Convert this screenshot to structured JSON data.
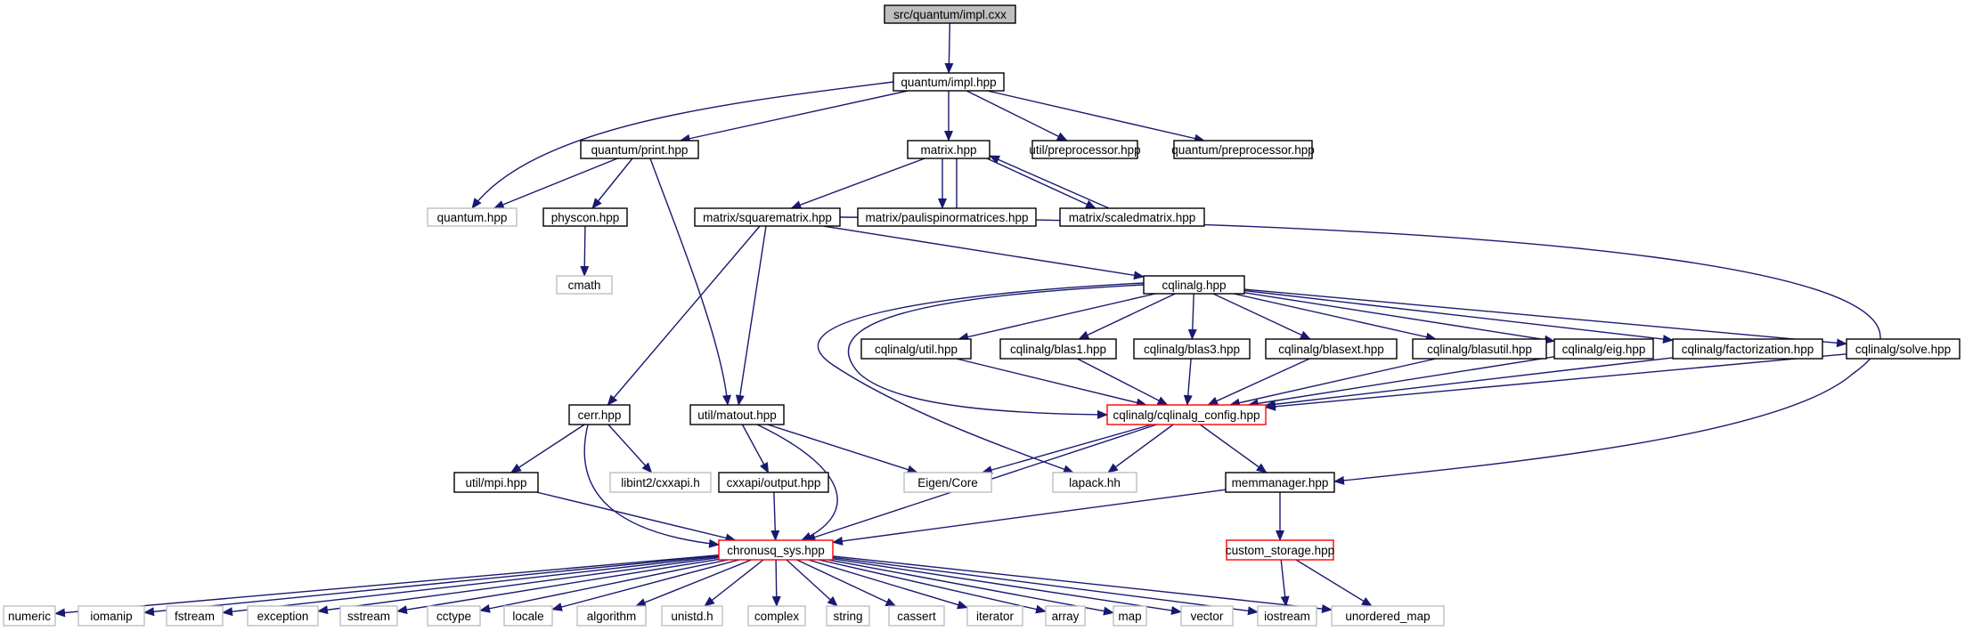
{
  "diagram": {
    "colors": {
      "edge": "#191970",
      "border_default": "#000000",
      "border_external": "#bfbfbf",
      "border_truncated": "#ff0000",
      "fill_root": "#bfbfbf",
      "fill_default": "#ffffff"
    },
    "nodes": [
      {
        "id": "impl_cxx",
        "label": "src/quantum/impl.cxx",
        "kind": "root"
      },
      {
        "id": "impl_hpp",
        "label": "quantum/impl.hpp",
        "kind": "default"
      },
      {
        "id": "print_hpp",
        "label": "quantum/print.hpp",
        "kind": "default"
      },
      {
        "id": "matrix_hpp",
        "label": "matrix.hpp",
        "kind": "default"
      },
      {
        "id": "util_pre",
        "label": "util/preprocessor.hpp",
        "kind": "default"
      },
      {
        "id": "quantum_pre",
        "label": "quantum/preprocessor.hpp",
        "kind": "default"
      },
      {
        "id": "quantum_hpp",
        "label": "quantum.hpp",
        "kind": "external"
      },
      {
        "id": "physcon",
        "label": "physcon.hpp",
        "kind": "default"
      },
      {
        "id": "cmath",
        "label": "cmath",
        "kind": "external"
      },
      {
        "id": "pauli",
        "label": "matrix/paulispinormatrices.hpp",
        "kind": "default"
      },
      {
        "id": "scaled",
        "label": "matrix/scaledmatrix.hpp",
        "kind": "default"
      },
      {
        "id": "square",
        "label": "matrix/squarematrix.hpp",
        "kind": "default"
      },
      {
        "id": "cqlinalg",
        "label": "cqlinalg.hpp",
        "kind": "default"
      },
      {
        "id": "cq_util",
        "label": "cqlinalg/util.hpp",
        "kind": "default"
      },
      {
        "id": "cq_blas1",
        "label": "cqlinalg/blas1.hpp",
        "kind": "default"
      },
      {
        "id": "cq_blas3",
        "label": "cqlinalg/blas3.hpp",
        "kind": "default"
      },
      {
        "id": "cq_blasext",
        "label": "cqlinalg/blasext.hpp",
        "kind": "default"
      },
      {
        "id": "cq_blasutil",
        "label": "cqlinalg/blasutil.hpp",
        "kind": "default"
      },
      {
        "id": "cq_eig",
        "label": "cqlinalg/eig.hpp",
        "kind": "default"
      },
      {
        "id": "cq_fact",
        "label": "cqlinalg/factorization.hpp",
        "kind": "default"
      },
      {
        "id": "cq_solve",
        "label": "cqlinalg/solve.hpp",
        "kind": "default"
      },
      {
        "id": "cq_config",
        "label": "cqlinalg/cqlinalg_config.hpp",
        "kind": "truncated"
      },
      {
        "id": "cerr",
        "label": "cerr.hpp",
        "kind": "default"
      },
      {
        "id": "matout",
        "label": "util/matout.hpp",
        "kind": "default"
      },
      {
        "id": "mpi",
        "label": "util/mpi.hpp",
        "kind": "default"
      },
      {
        "id": "libint",
        "label": "libint2/cxxapi.h",
        "kind": "external"
      },
      {
        "id": "cxxoutput",
        "label": "cxxapi/output.hpp",
        "kind": "default"
      },
      {
        "id": "eigen",
        "label": "Eigen/Core",
        "kind": "external"
      },
      {
        "id": "lapack",
        "label": "lapack.hh",
        "kind": "external"
      },
      {
        "id": "memman",
        "label": "memmanager.hpp",
        "kind": "default"
      },
      {
        "id": "chronusq",
        "label": "chronusq_sys.hpp",
        "kind": "truncated"
      },
      {
        "id": "custom",
        "label": "custom_storage.hpp",
        "kind": "truncated"
      },
      {
        "id": "numeric",
        "label": "numeric",
        "kind": "external"
      },
      {
        "id": "iomanip",
        "label": "iomanip",
        "kind": "external"
      },
      {
        "id": "fstream",
        "label": "fstream",
        "kind": "external"
      },
      {
        "id": "exception",
        "label": "exception",
        "kind": "external"
      },
      {
        "id": "sstream",
        "label": "sstream",
        "kind": "external"
      },
      {
        "id": "cctype",
        "label": "cctype",
        "kind": "external"
      },
      {
        "id": "locale",
        "label": "locale",
        "kind": "external"
      },
      {
        "id": "algorithm",
        "label": "algorithm",
        "kind": "external"
      },
      {
        "id": "unistd",
        "label": "unistd.h",
        "kind": "external"
      },
      {
        "id": "complex",
        "label": "complex",
        "kind": "external"
      },
      {
        "id": "string",
        "label": "string",
        "kind": "external"
      },
      {
        "id": "cassert",
        "label": "cassert",
        "kind": "external"
      },
      {
        "id": "iterator",
        "label": "iterator",
        "kind": "external"
      },
      {
        "id": "array",
        "label": "array",
        "kind": "external"
      },
      {
        "id": "map",
        "label": "map",
        "kind": "external"
      },
      {
        "id": "vector",
        "label": "vector",
        "kind": "external"
      },
      {
        "id": "iostream",
        "label": "iostream",
        "kind": "external"
      },
      {
        "id": "unordered_map",
        "label": "unordered_map",
        "kind": "external"
      }
    ],
    "edges": [
      [
        "impl_cxx",
        "impl_hpp"
      ],
      [
        "impl_hpp",
        "quantum_hpp"
      ],
      [
        "impl_hpp",
        "print_hpp"
      ],
      [
        "impl_hpp",
        "matrix_hpp"
      ],
      [
        "impl_hpp",
        "util_pre"
      ],
      [
        "impl_hpp",
        "quantum_pre"
      ],
      [
        "print_hpp",
        "quantum_hpp"
      ],
      [
        "print_hpp",
        "physcon"
      ],
      [
        "print_hpp",
        "matout"
      ],
      [
        "physcon",
        "cmath"
      ],
      [
        "matrix_hpp",
        "square"
      ],
      [
        "matrix_hpp",
        "pauli"
      ],
      [
        "pauli",
        "matrix_hpp"
      ],
      [
        "matrix_hpp",
        "scaled"
      ],
      [
        "scaled",
        "matrix_hpp"
      ],
      [
        "square",
        "cerr"
      ],
      [
        "square",
        "matout"
      ],
      [
        "square",
        "cqlinalg"
      ],
      [
        "square",
        "memman"
      ],
      [
        "cqlinalg",
        "cq_util"
      ],
      [
        "cqlinalg",
        "cq_blas1"
      ],
      [
        "cqlinalg",
        "cq_blas3"
      ],
      [
        "cqlinalg",
        "cq_blasext"
      ],
      [
        "cqlinalg",
        "cq_blasutil"
      ],
      [
        "cqlinalg",
        "cq_eig"
      ],
      [
        "cqlinalg",
        "cq_fact"
      ],
      [
        "cqlinalg",
        "cq_solve"
      ],
      [
        "cqlinalg",
        "cq_config"
      ],
      [
        "cqlinalg",
        "lapack"
      ],
      [
        "cq_util",
        "cq_config"
      ],
      [
        "cq_blas1",
        "cq_config"
      ],
      [
        "cq_blas3",
        "cq_config"
      ],
      [
        "cq_blasext",
        "cq_config"
      ],
      [
        "cq_blasutil",
        "cq_config"
      ],
      [
        "cq_eig",
        "cq_config"
      ],
      [
        "cq_fact",
        "cq_config"
      ],
      [
        "cq_solve",
        "cq_config"
      ],
      [
        "cq_config",
        "eigen"
      ],
      [
        "cq_config",
        "lapack"
      ],
      [
        "cq_config",
        "memman"
      ],
      [
        "cq_config",
        "chronusq"
      ],
      [
        "cerr",
        "mpi"
      ],
      [
        "cerr",
        "libint"
      ],
      [
        "cerr",
        "chronusq"
      ],
      [
        "matout",
        "cxxoutput"
      ],
      [
        "matout",
        "eigen"
      ],
      [
        "matout",
        "chronusq"
      ],
      [
        "mpi",
        "chronusq"
      ],
      [
        "cxxoutput",
        "chronusq"
      ],
      [
        "memman",
        "chronusq"
      ],
      [
        "memman",
        "custom"
      ],
      [
        "custom",
        "iostream"
      ],
      [
        "custom",
        "unordered_map"
      ],
      [
        "chronusq",
        "numeric"
      ],
      [
        "chronusq",
        "iomanip"
      ],
      [
        "chronusq",
        "fstream"
      ],
      [
        "chronusq",
        "exception"
      ],
      [
        "chronusq",
        "sstream"
      ],
      [
        "chronusq",
        "cctype"
      ],
      [
        "chronusq",
        "locale"
      ],
      [
        "chronusq",
        "algorithm"
      ],
      [
        "chronusq",
        "unistd"
      ],
      [
        "chronusq",
        "complex"
      ],
      [
        "chronusq",
        "string"
      ],
      [
        "chronusq",
        "cassert"
      ],
      [
        "chronusq",
        "iterator"
      ],
      [
        "chronusq",
        "array"
      ],
      [
        "chronusq",
        "map"
      ],
      [
        "chronusq",
        "vector"
      ],
      [
        "chronusq",
        "iostream"
      ],
      [
        "chronusq",
        "unordered_map"
      ]
    ]
  }
}
